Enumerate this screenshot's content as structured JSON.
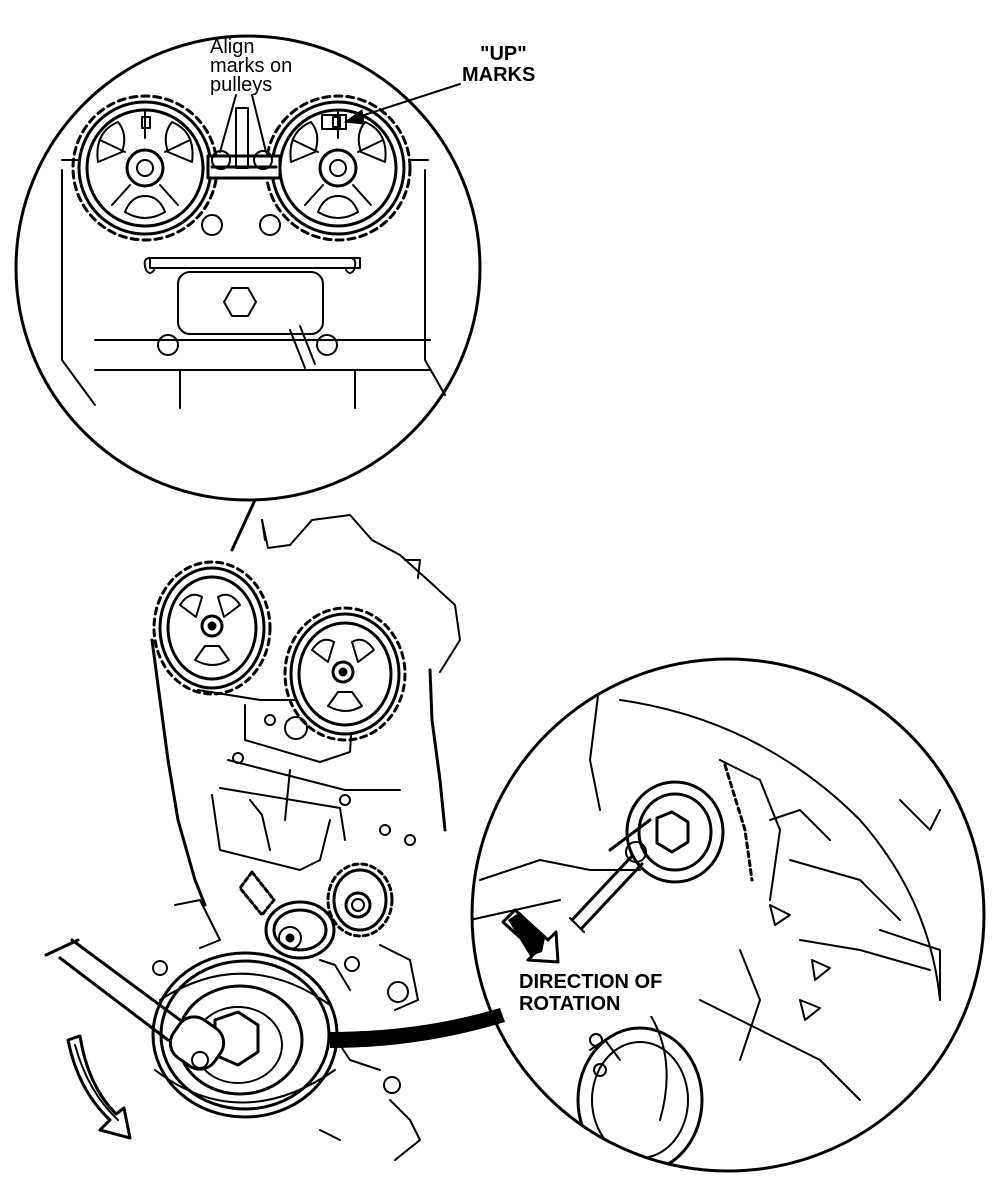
{
  "labels": {
    "align_line1": "Align",
    "align_line2": "marks on",
    "align_line3": "pulleys",
    "up_line1": "\"UP\"",
    "up_line2": "MARKS",
    "direction_line1": "DIRECTION OF",
    "direction_line2": "ROTATION"
  },
  "colors": {
    "ink": "#000000",
    "paper": "#ffffff"
  },
  "icons": {
    "top_detail": "camshaft-pulleys-detail-circle",
    "right_detail": "crankshaft-bolt-detail-circle",
    "rotation_arrow": "curved-arrow-icon",
    "direction_arrow": "arrow-down-left-icon"
  }
}
